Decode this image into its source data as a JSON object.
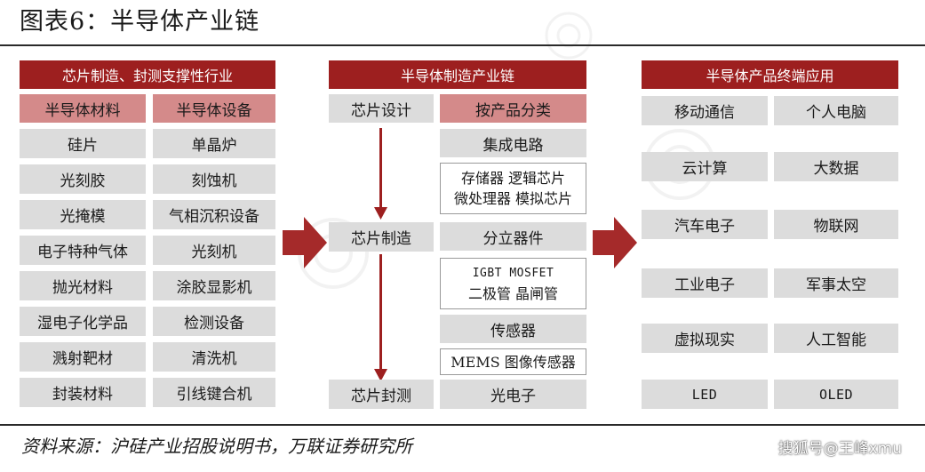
{
  "figure_title": "图表6：半导体产业链",
  "left": {
    "header": "芯片制造、封测支撑性行业",
    "col1_title": "半导体材料",
    "col2_title": "半导体设备",
    "materials": [
      "硅片",
      "光刻胶",
      "光掩模",
      "电子特种气体",
      "抛光材料",
      "湿电子化学品",
      "溅射靶材",
      "封装材料"
    ],
    "equipment": [
      "单晶炉",
      "刻蚀机",
      "气相沉积设备",
      "光刻机",
      "涂胶显影机",
      "检测设备",
      "清洗机",
      "引线键合机"
    ]
  },
  "middle": {
    "header": "半导体制造产业链",
    "stages": [
      "芯片设计",
      "芯片制造",
      "芯片封测"
    ],
    "classify_title": "按产品分类",
    "categories": [
      "集成电路",
      "分立器件",
      "传感器",
      "光电子"
    ],
    "ic_detail": [
      "存储器 逻辑芯片",
      "微处理器 模拟芯片"
    ],
    "discrete_detail": [
      "IGBT MOSFET",
      "二极管 晶闸管"
    ],
    "sensor_detail": "MEMS 图像传感器"
  },
  "right": {
    "header": "半导体产品终端应用",
    "apps": [
      "移动通信",
      "个人电脑",
      "云计算",
      "大数据",
      "汽车电子",
      "物联网",
      "工业电子",
      "军事太空",
      "虚拟现实",
      "人工智能",
      "LED",
      "OLED"
    ]
  },
  "source": "资料来源：沪硅产业招股说明书，万联证券研究所",
  "watermark": "搜狐号@王峰xmu",
  "colors": {
    "header_red": "#9d1f1f",
    "sub_pink": "#d48a8a",
    "cell_gray": "#dcdcdc",
    "arrow_red": "#a52a2a"
  }
}
